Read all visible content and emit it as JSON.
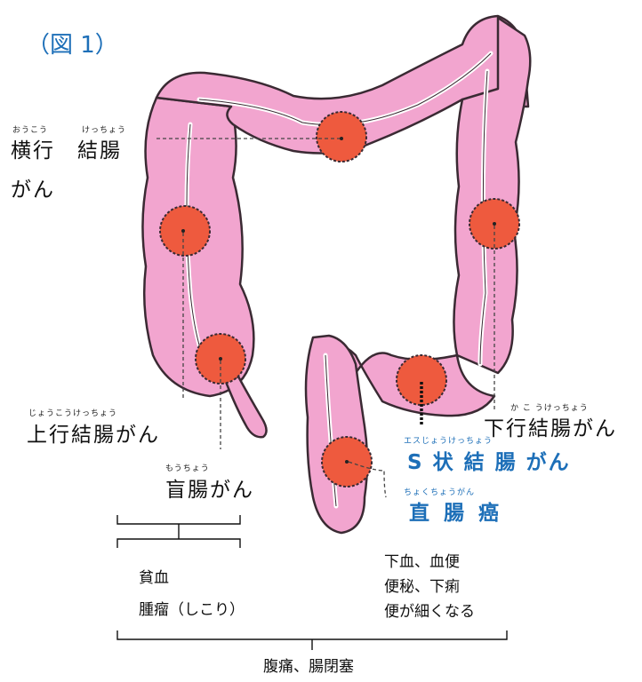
{
  "figure_label": "（図 1）",
  "labels": {
    "transverse": {
      "ruby1": "おうこう",
      "ruby2": "けっちょう",
      "line1": "横行　結腸",
      "line2": "がん"
    },
    "ascending": {
      "ruby": "じょうこうけっちょう",
      "text": "上行結腸がん"
    },
    "cecum": {
      "ruby": "もうちょう",
      "text": "盲腸がん"
    },
    "descending": {
      "ruby": "か こ うけっちょう",
      "text": "下行結腸がん"
    },
    "sigmoid": {
      "ruby": "エスじょうけっちょう",
      "text": "S 状 結 腸 がん"
    },
    "rectum": {
      "ruby": "ちょくちょうがん",
      "text": "直 腸 癌"
    }
  },
  "symptoms": {
    "right": [
      "貧血",
      "腫瘤（しこり）"
    ],
    "left": [
      "下血、血便",
      "便秘、下痢",
      "便が細くなる"
    ],
    "common": "腹痛、腸閉塞"
  },
  "colors": {
    "colon": "#f2a5cf",
    "outline": "#3a2a33",
    "tumor": "#ee5a3e",
    "accent": "#1d6fb8"
  }
}
